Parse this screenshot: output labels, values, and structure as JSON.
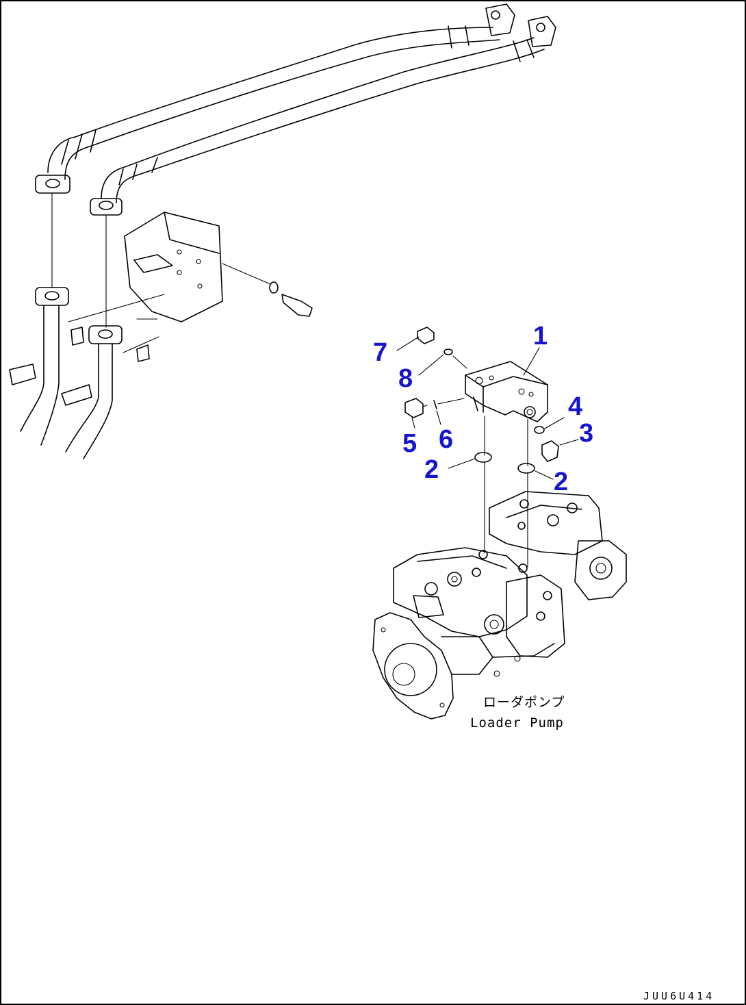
{
  "diagram": {
    "callouts": [
      {
        "id": "c1",
        "number": "1"
      },
      {
        "id": "c2a",
        "number": "2"
      },
      {
        "id": "c2b",
        "number": "2"
      },
      {
        "id": "c3",
        "number": "3"
      },
      {
        "id": "c4",
        "number": "4"
      },
      {
        "id": "c5",
        "number": "5"
      },
      {
        "id": "c6",
        "number": "6"
      },
      {
        "id": "c7",
        "number": "7"
      },
      {
        "id": "c8",
        "number": "8"
      }
    ],
    "pump_label_jp": "ローダポンプ",
    "pump_label_en": "Loader Pump",
    "drawing_id": "JUU6U414"
  },
  "colors": {
    "callout": "#1515d0",
    "line": "#000000",
    "background": "#ffffff"
  }
}
